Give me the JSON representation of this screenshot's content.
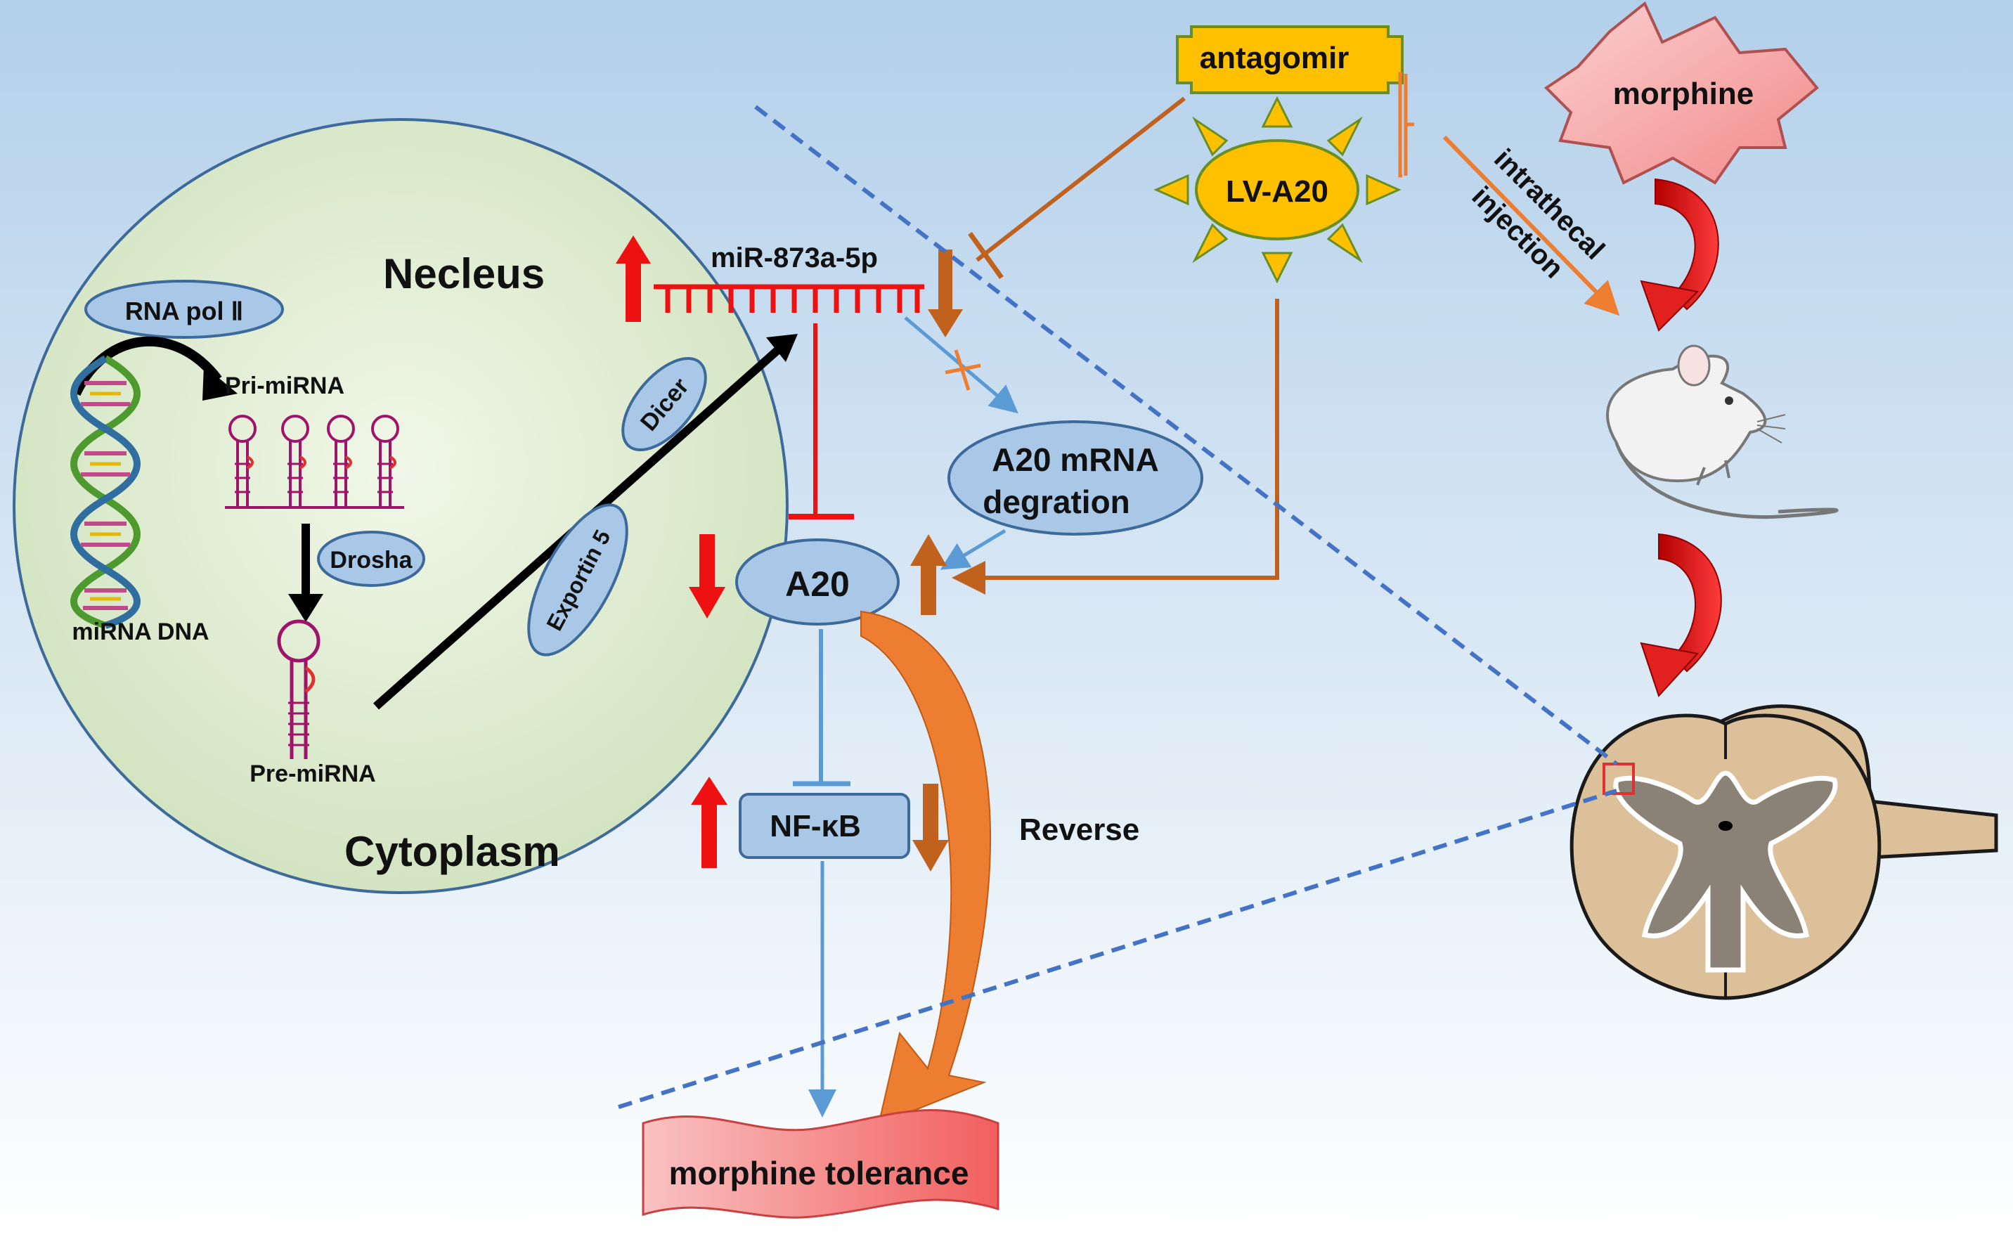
{
  "labels": {
    "nucleus": "Necleus",
    "cytoplasm": "Cytoplasm",
    "rna_pol": "RNA pol Ⅱ",
    "pri_mirna": "Pri-miRNA",
    "drosha": "Drosha",
    "mirna_dna": "miRNA DNA",
    "pre_mirna": "Pre-miRNA",
    "dicer": "Dicer",
    "exportin": "Exportin 5",
    "mir": "miR-873a-5p",
    "a20_mrna_line1": "A20 mRNA",
    "a20_mrna_line2": "degration",
    "a20": "A20",
    "nfkb": "NF-κB",
    "reverse": "Reverse",
    "morphine_tolerance": "morphine tolerance",
    "antagomir": "antagomir",
    "lv_a20": "LV-A20",
    "morphine": "morphine",
    "intrathecal": "intrathecal",
    "injection": "injection"
  },
  "colors": {
    "bg_top": "#b3d0ea",
    "bg_bottom": "#ffffff",
    "nucleus_fill": "#e0edd2",
    "ellipse_fill": "#a9c8e8",
    "ellipse_stroke": "#3d6a9a",
    "up_red": "#ee1111",
    "down_brown": "#c0621d",
    "blue_line": "#5b9bd5",
    "dashed": "#4472c4",
    "orange": "#ed7d31",
    "sun": "#ffc000",
    "morphine_star": "#f4a0a0",
    "tolerance_banner": "#f26b6b",
    "cord_outer": "#dcc09a",
    "cord_gray": "#7a7063"
  }
}
